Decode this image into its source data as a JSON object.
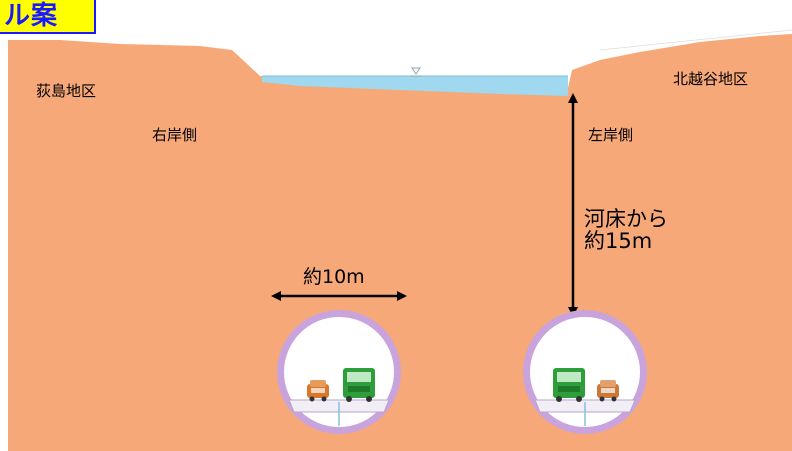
{
  "title_badge": "ル案",
  "labels": {
    "left_district": "荻島地区",
    "right_district": "北越谷地区",
    "right_bank": "右岸側",
    "left_bank": "左岸側",
    "depth_line1": "河床から",
    "depth_line2": "約15m",
    "width": "約10m"
  },
  "colors": {
    "ground": "#f7a878",
    "water": "#9fd8ef",
    "tunnel_ring": "#c9a3dc",
    "tunnel_inner": "#ffffff",
    "truck": "#2e9e3a",
    "car": "#d9772b",
    "badge_bg": "#ffff00",
    "badge_border": "#1a1aff"
  },
  "icons": [
    "double-arrow-vertical-icon",
    "double-arrow-horizontal-icon",
    "truck-icon",
    "car-icon",
    "water-level-icon"
  ]
}
